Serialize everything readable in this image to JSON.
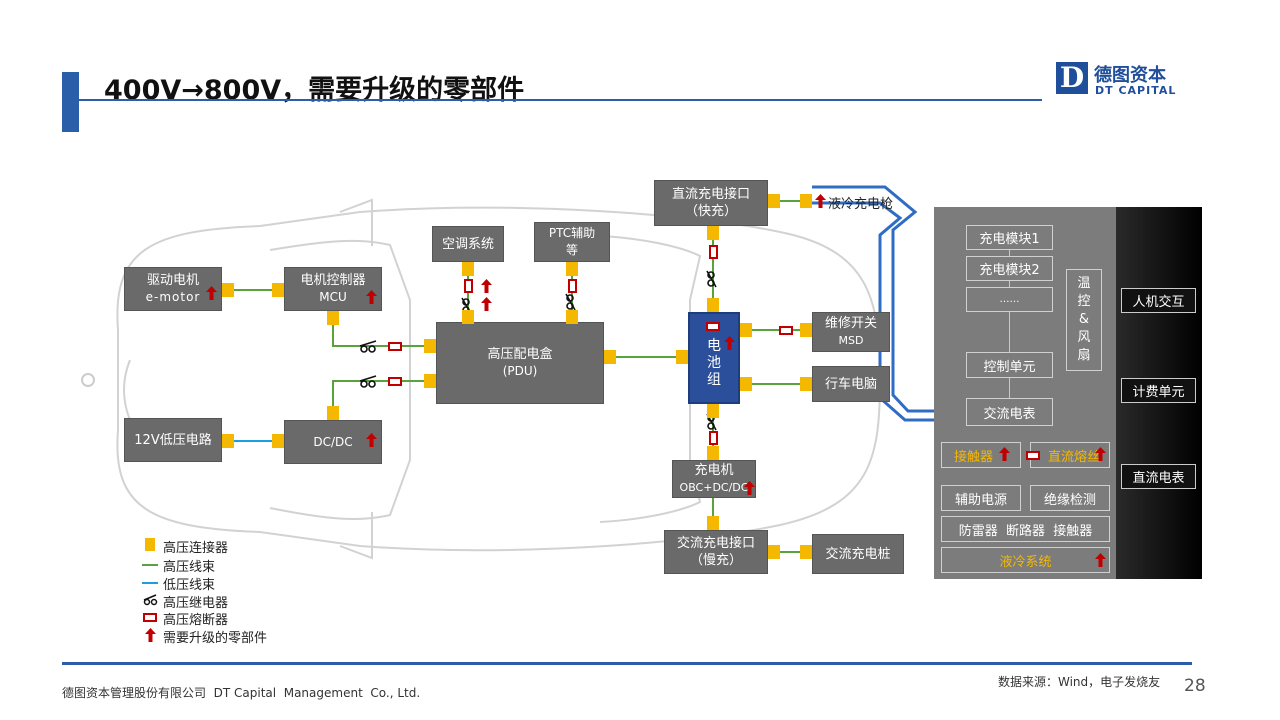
{
  "header": {
    "title": "400V→800V，需要升级的零部件",
    "logo_mark": "D",
    "logo_cn": "德图资本",
    "logo_en": "DT CAPITAL"
  },
  "footer": {
    "company": "德图资本管理股份有限公司  DT Capital  Management  Co., Ltd.",
    "source": "数据来源：Wind，电子发烧友",
    "page": "28"
  },
  "components": {
    "drive_motor": {
      "line1": "驱动电机",
      "line2": "e-motor"
    },
    "mcu": {
      "line1": "电机控制器",
      "line2": "MCU"
    },
    "ac_system": {
      "line1": "空调系统"
    },
    "ptc": {
      "line1": "PTC辅助",
      "line2": "等"
    },
    "pdu": {
      "line1": "高压配电盒",
      "line2": "(PDU)"
    },
    "lv_circuit": {
      "line1": "12V低压电路"
    },
    "dcdc": {
      "line1": "DC/DC"
    },
    "dc_port": {
      "line1": "直流充电接口",
      "line2": "（快充）"
    },
    "battery": {
      "line1": "电",
      "line2": "池",
      "line3": "组"
    },
    "msd": {
      "line1": "维修开关",
      "line2": "MSD"
    },
    "vcu": {
      "line1": "行车电脑"
    },
    "charger": {
      "line1": "充电机",
      "line2": "OBC+DC/DC"
    },
    "ac_port": {
      "line1": "交流充电接口",
      "line2": "（慢充）"
    },
    "ac_pile": {
      "line1": "交流充电桩"
    },
    "liquid_gun": "液冷充电枪"
  },
  "station": {
    "module1": "充电模块1",
    "module2": "充电模块2",
    "module_more": "……",
    "control": "控制单元",
    "ac_meter": "交流电表",
    "thermal": [
      "温",
      "控",
      "&",
      "风",
      "扇"
    ],
    "contactor": "接触器",
    "dc_fuse": "直流熔丝",
    "aux_power": "辅助电源",
    "insulation": "绝缘检测",
    "protection": "防雷器  断路器  接触器",
    "liquid_cool": "液冷系统",
    "hmi": "人机交互",
    "billing": "计费单元",
    "dc_meter": "直流电表"
  },
  "legend": {
    "connector": "高压连接器",
    "hv_harness": "高压线束",
    "lv_harness": "低压线束",
    "relay": "高压继电器",
    "fuse": "高压熔断器",
    "upgrade": "需要升级的零部件"
  },
  "colors": {
    "accent_blue": "#2a5ea8",
    "connector_yellow": "#f5b800",
    "hv_green": "#5aa33c",
    "lv_blue": "#1aa0e0",
    "upgrade_red": "#c00000",
    "box_gray": "#6a6a6a"
  }
}
